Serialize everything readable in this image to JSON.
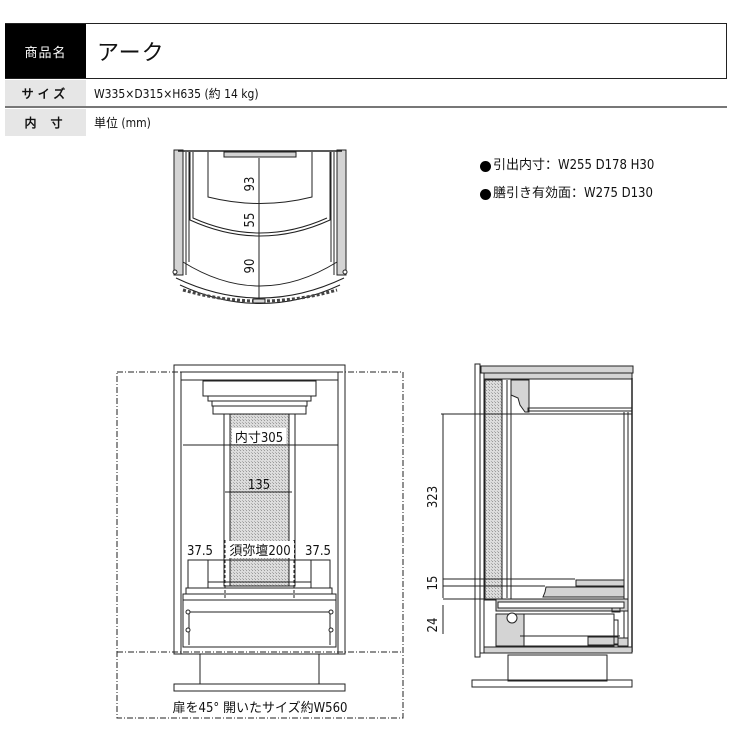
{
  "spec_table": {
    "rows": [
      {
        "label": "商品名",
        "value": "アーク"
      },
      {
        "label": "サイズ",
        "value": "W335×D315×H635 (約 14 kg)"
      },
      {
        "label": "内寸",
        "value": "単位 (mm)"
      }
    ]
  },
  "notes": [
    {
      "bullet": "●",
      "text": "引出内寸：W255 D178 H30"
    },
    {
      "bullet": "●",
      "text": "膳引き有効面：W275 D130"
    }
  ],
  "top_view": {
    "dims": [
      "93",
      "55",
      "90"
    ]
  },
  "front_view": {
    "inner_width_label": "内寸305",
    "center_width_label": "135",
    "left_margin_label": "37.5",
    "sumidan_label": "須弥壇200",
    "right_margin_label": "37.5",
    "door_open_label": "扉を45°  開いたサイズ約W560"
  },
  "side_view": {
    "dims": [
      "323",
      "15",
      "24"
    ]
  },
  "colors": {
    "header_black": "#000000",
    "label_gray": "#e6e6e6",
    "panel_fill": "#d4d4d4",
    "hatch_fill": "#c8c8c8"
  }
}
